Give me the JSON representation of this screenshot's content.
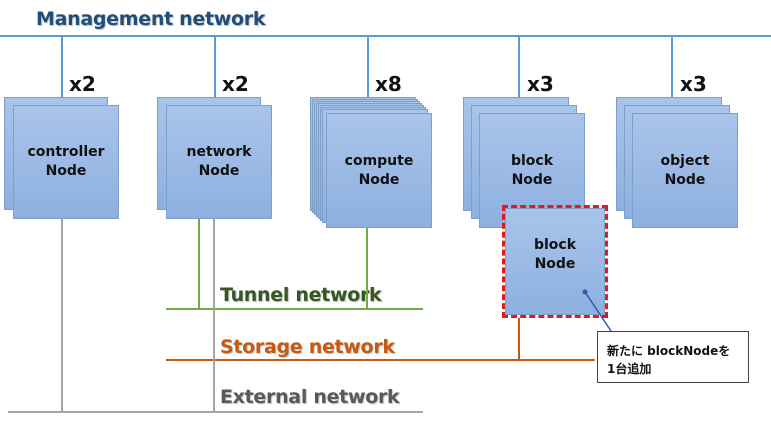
{
  "networks": {
    "management": "Management network",
    "tunnel": "Tunnel network",
    "storage": "Storage network",
    "external": "External network"
  },
  "nodes": [
    {
      "line1": "controller",
      "line2": "Node",
      "count": "x2"
    },
    {
      "line1": "network",
      "line2": "Node",
      "count": "x2"
    },
    {
      "line1": "compute",
      "line2": "Node",
      "count": "x8"
    },
    {
      "line1": "block",
      "line2": "Node",
      "count": "x3"
    },
    {
      "line1": "object",
      "line2": "Node",
      "count": "x3"
    }
  ],
  "new_node": {
    "line1": "block",
    "line2": "Node"
  },
  "callout": {
    "line1": "新たに blockNodeを",
    "line2": "1台追加"
  },
  "colors": {
    "management": "#5b9bd5",
    "tunnel": "#70ad47",
    "storage": "#c55a11",
    "external": "#a5a5a5",
    "management_text": "#1f4e79",
    "tunnel_text": "#375623",
    "storage_text": "#c55a11",
    "external_text": "#595959",
    "dashed_border": "#e01b1b"
  }
}
